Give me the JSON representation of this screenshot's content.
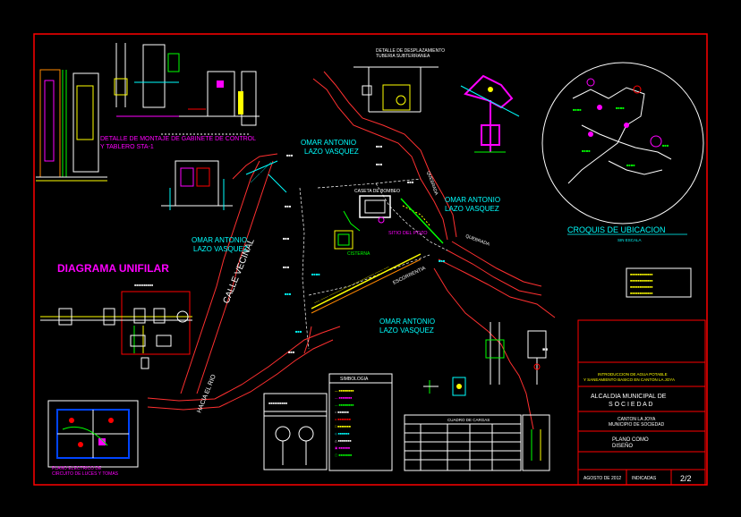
{
  "owners": {
    "top": "OMAR ANTONIO\nLAZO VASQUEZ",
    "left": "OMAR ANTONIO\nLAZO VASQUEZ",
    "right": "OMAR ANTONIO\nLAZO VASQUEZ",
    "bottom": "OMAR ANTONIO\nLAZO VASQUEZ"
  },
  "diagram_title": "DIAGRAMA UNIFILAR",
  "detail_title": "DETALLE DE MONTAJE DE GABINETE DE CONTROL\nY TABLERO STA-1",
  "detail_top_label": "DETALLE DE DESPLAZAMIENTO\nTUBERIA SUBTERRANEA",
  "street_label": "CALLE VECINAL",
  "river_label": "HACIA EL RIO",
  "quebrada_top": "QUEBRADA",
  "quebrada_mid": "QUEBRADA",
  "escorrentia": "ESCORRENTIA",
  "caseta": "CASETA DE BOMBEO",
  "sitio_pozo": "SITIO DEL POZO",
  "cisterna": "CISTERNA",
  "location": {
    "title": "CROQUIS DE UBICACION",
    "scale": "SIN ESCALA"
  },
  "simbologia": "SIMBOLOGIA",
  "plano_electrico": "PLANO ELECTRICO DE\nCIRCUITO DE LUCES Y TOMAS",
  "cuadro_cargas": "CUADRO DE CARGAS",
  "title_block": {
    "project": "INTRODUCCION DE AGUA POTABLE\nY SANEAMIENTO BASICO EN CANTON LA JOYA",
    "owner": "ALCALDIA MUNICIPAL DE\nS O C I E D A D",
    "location": "CANTON LA JOYA\nMUNICIPIO DE SOCIEDAD",
    "content": "PLANO COMO\nDISEÑO",
    "date": "AGOSTO DE 2012",
    "scale": "INDICADAS",
    "sheet": "2/2"
  },
  "colors": {
    "frame": "#ff0000",
    "cyan": "#00ffff",
    "magenta": "#ff00ff",
    "yellow": "#ffff00",
    "green": "#00ff00",
    "white": "#ffffff",
    "road": "#ff3030"
  }
}
